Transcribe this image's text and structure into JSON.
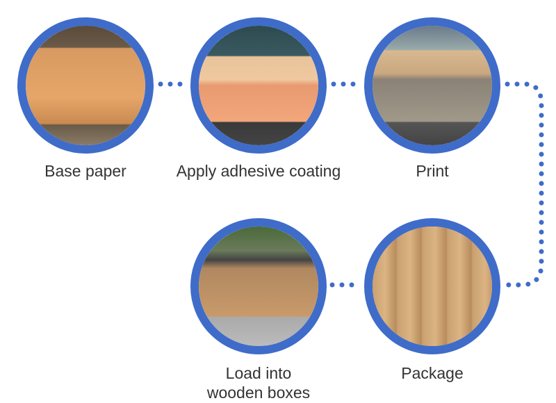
{
  "steps": [
    {
      "label": "Base paper",
      "icon": "paper-roll-photo"
    },
    {
      "label": "Apply adhesive coating",
      "icon": "coating-machine-photo"
    },
    {
      "label": "Print",
      "icon": "printing-machine-photo"
    },
    {
      "label": "Package",
      "icon": "packaged-rolls-photo"
    },
    {
      "label": "Load into wooden boxes",
      "icon": "wooden-crate-photo"
    }
  ],
  "colors": {
    "ring": "#3f6cc9",
    "connector": "#3f6cc9",
    "text": "#333333"
  }
}
